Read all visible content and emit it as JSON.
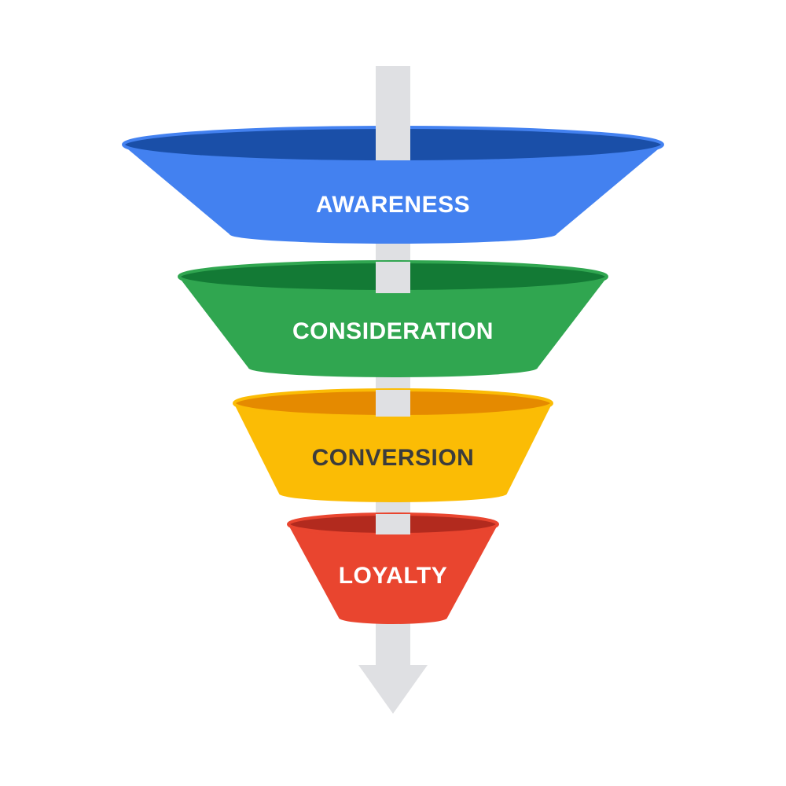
{
  "funnel": {
    "stages": [
      {
        "label": "AWARENESS",
        "body_color": "#4381F0",
        "rim_color": "#1A4FA8",
        "label_color": "#FFFFFF"
      },
      {
        "label": "CONSIDERATION",
        "body_color": "#30A650",
        "rim_color": "#137A35",
        "label_color": "#FFFFFF"
      },
      {
        "label": "CONVERSION",
        "body_color": "#FBBC05",
        "rim_color": "#E58A00",
        "label_color": "#3C3C3C"
      },
      {
        "label": "LOYALTY",
        "body_color": "#E9452F",
        "rim_color": "#B22A1E",
        "label_color": "#FFFFFF"
      }
    ],
    "arrow_color": "#DFE0E3",
    "background_color": "#FFFFFF"
  }
}
